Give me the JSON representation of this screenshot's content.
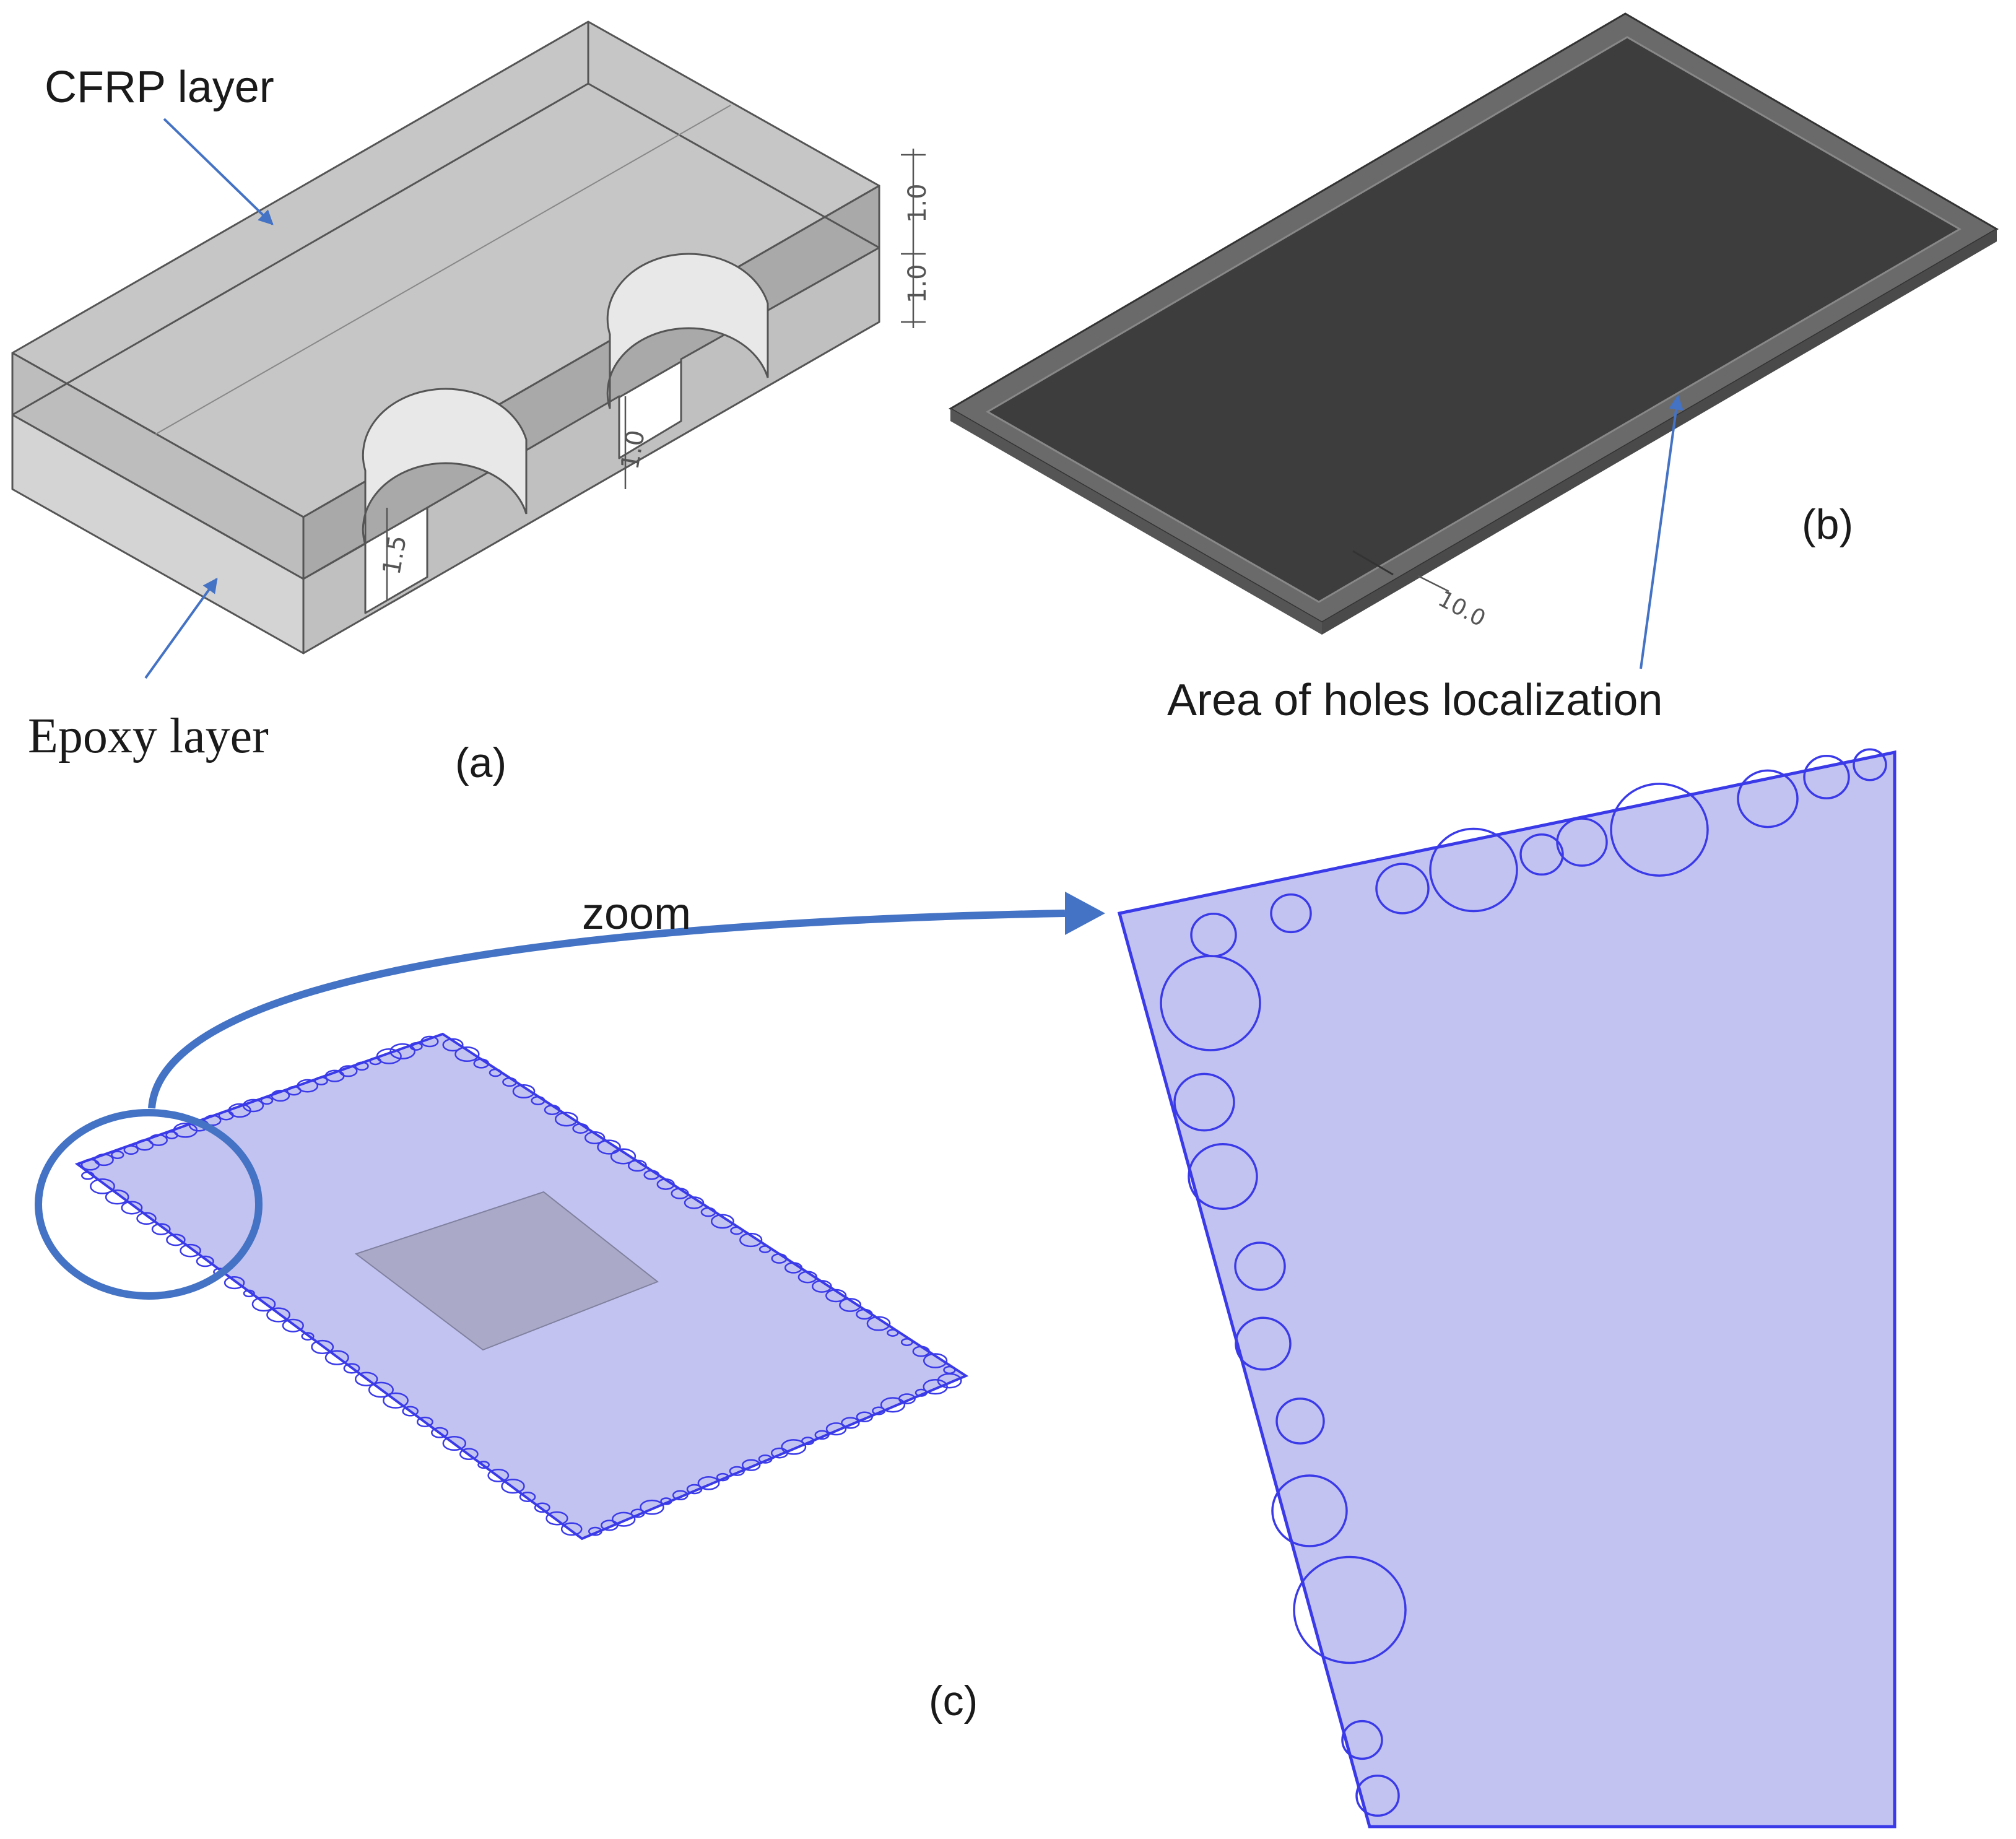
{
  "panel_a": {
    "label": "(a)",
    "cfrp_label": "CFRP layer",
    "epoxy_label": "Epoxy layer",
    "dim_top": "1.0",
    "dim_mid": "1.0",
    "dim_hole": "1.0",
    "dim_depth": "1.5"
  },
  "panel_b": {
    "label": "(b)",
    "area_label": "Area of holes localization",
    "dim_margin": "10.0"
  },
  "panel_c": {
    "label": "(c)",
    "zoom_label": "zoom"
  },
  "colors": {
    "cfrp_fill": "#b9b9b9",
    "epoxy_fill": "#cfcfcf",
    "plate_dark": "#3d3d3d",
    "plate_rim": "#6a6a6a",
    "specimen_fill": "#c3c3f2",
    "specimen_edge": "#3a3ae8",
    "arrow_blue": "#4472c4"
  }
}
